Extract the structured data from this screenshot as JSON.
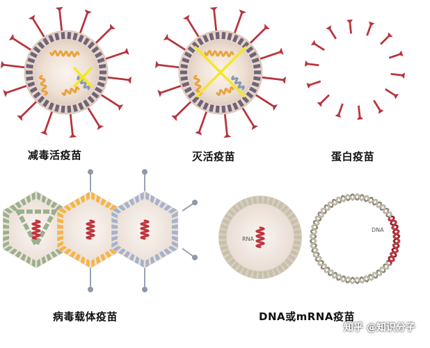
{
  "labels": {
    "live_attenuated": "减毒活疫苗",
    "inactivated": "灭活疫苗",
    "protein": "蛋白疫苗",
    "viral_vector": "病毒载体疫苗",
    "nucleic_acid": "DNA或mRNA疫苗"
  },
  "annotations": {
    "rna": "RNA",
    "dna": "DNA"
  },
  "watermark": "知乎 @知识分子",
  "colors": {
    "spike": "#b8343c",
    "envelope": "#e6d2c4",
    "membrane_protein": "#6f6478",
    "rna_orange": "#e8a33a",
    "rna_blue": "#8899b6",
    "cross": "#f4e81e",
    "hex_green": "#9bb08c",
    "hex_orange": "#f5b548",
    "hex_blue": "#a6b2cc",
    "plasmid": "#bdb7a6",
    "nucleic_red": "#c0343f"
  }
}
